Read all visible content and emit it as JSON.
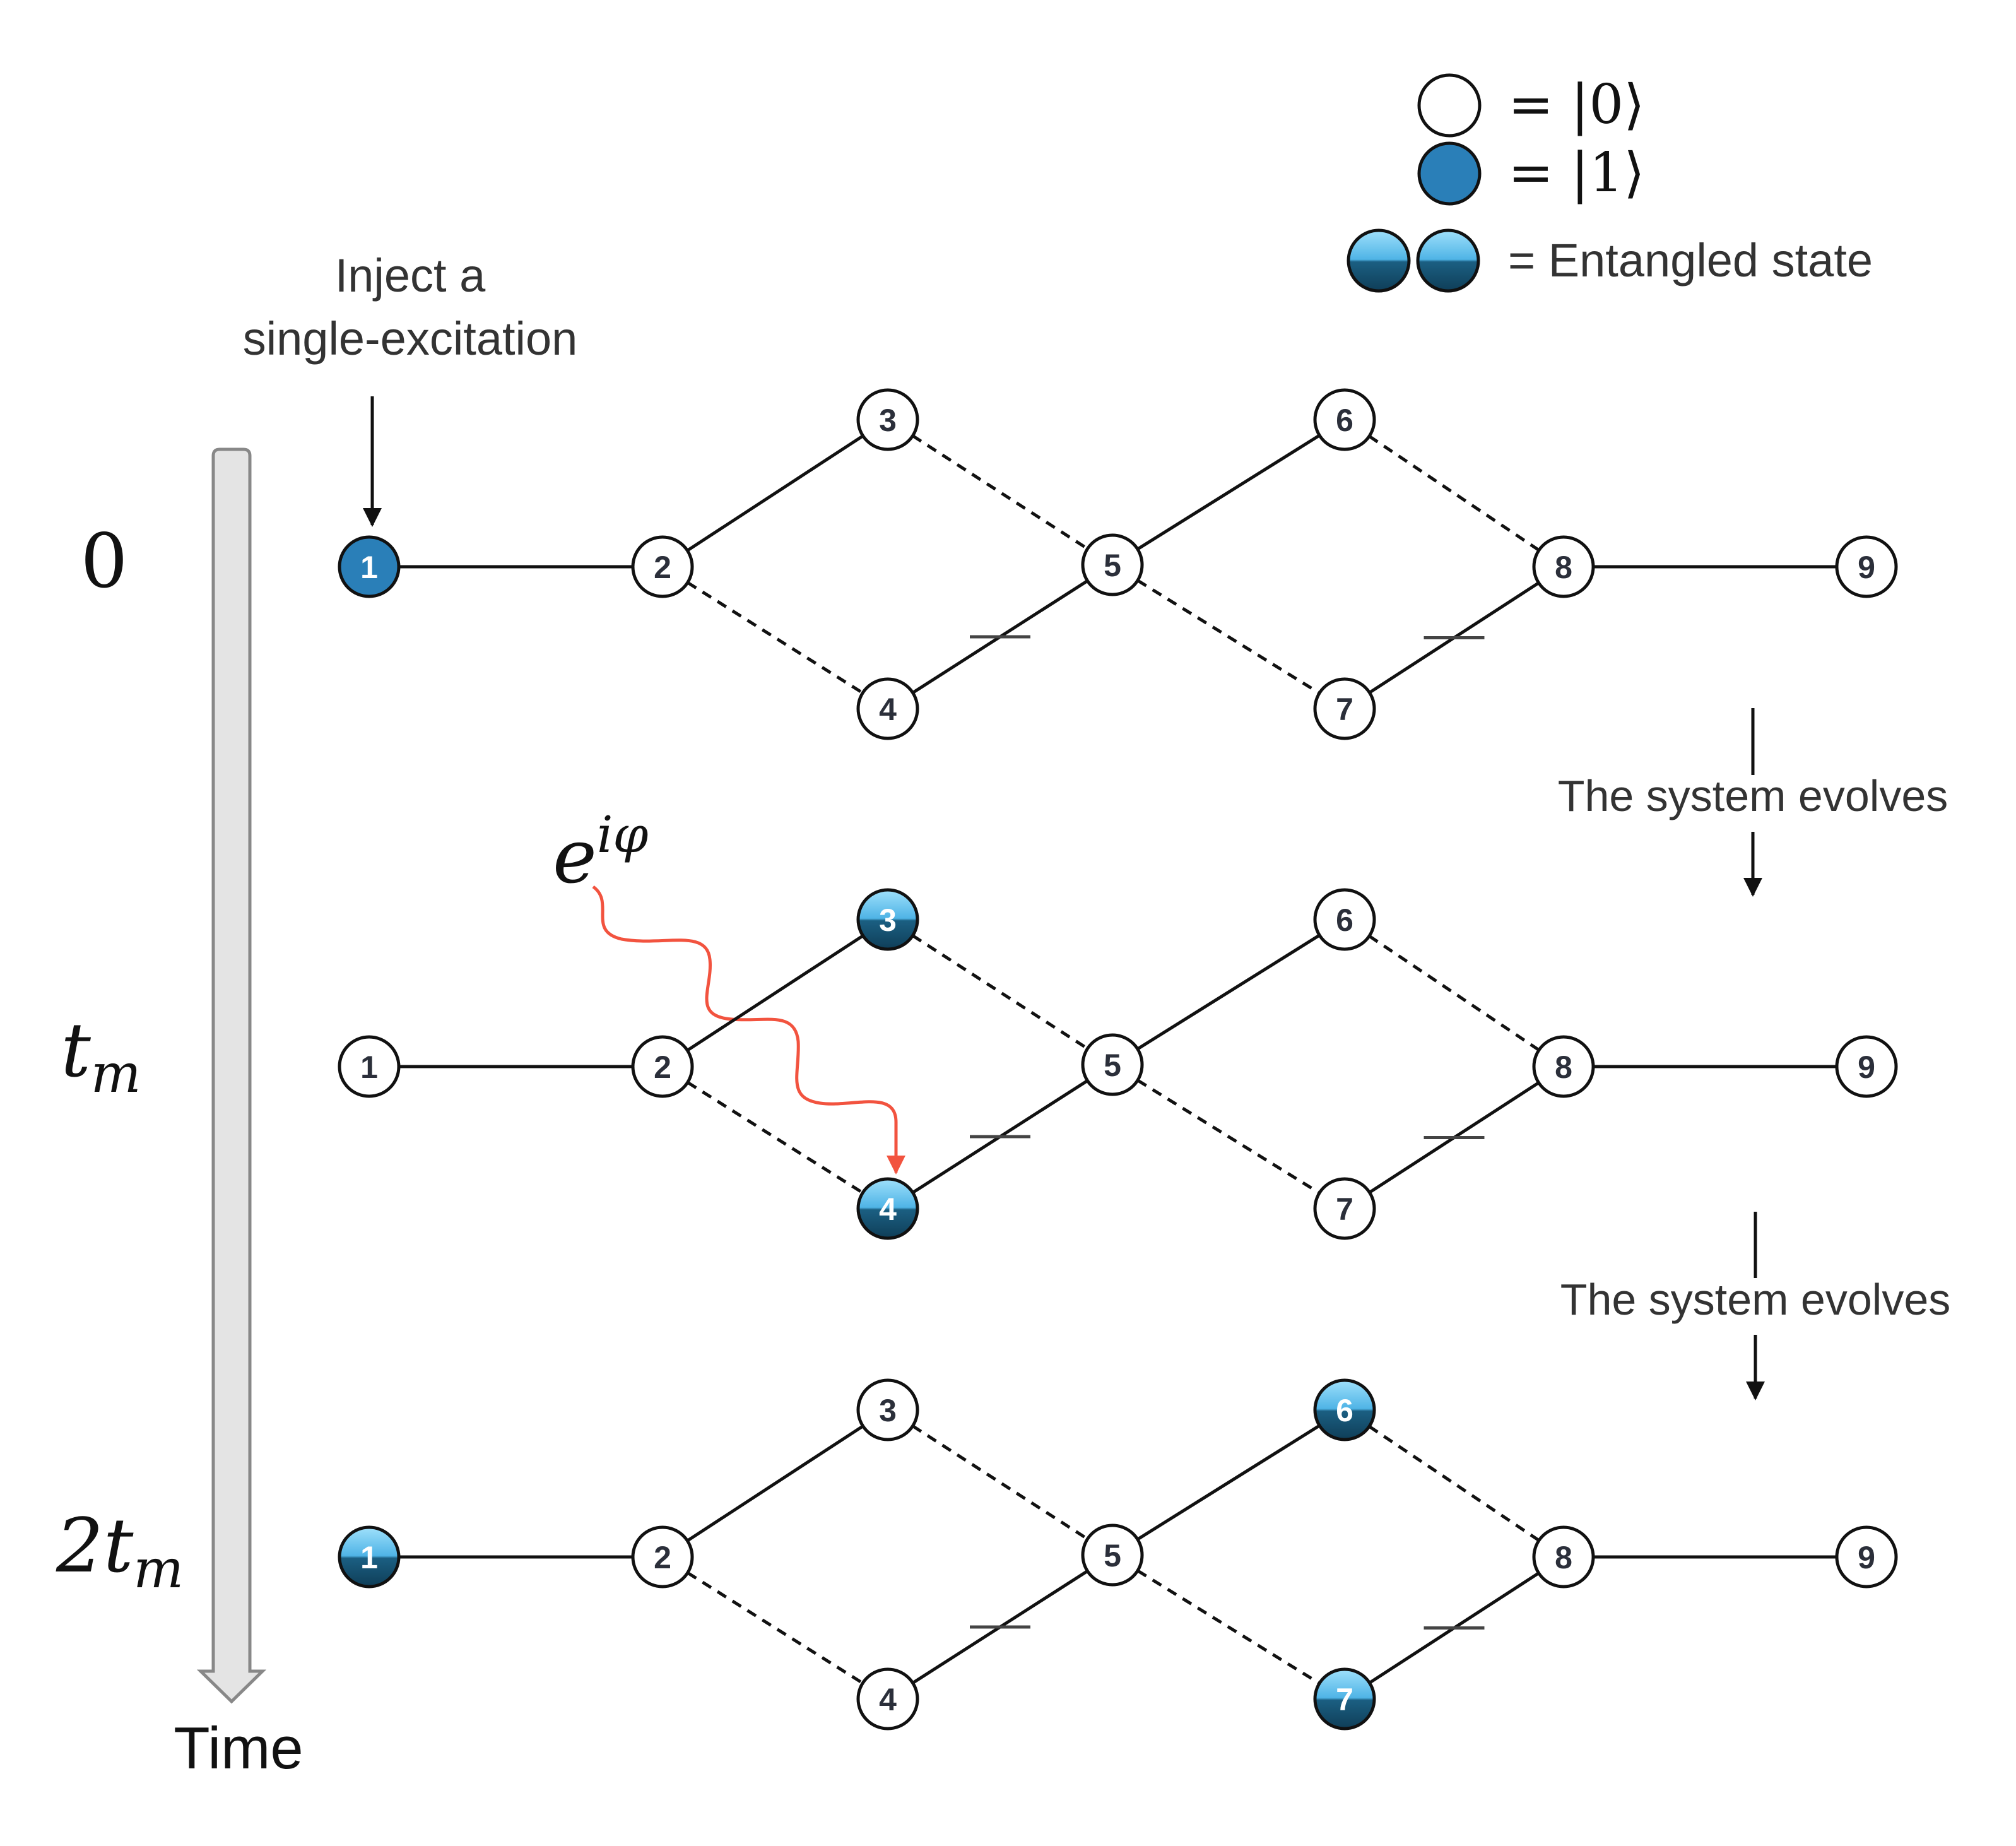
{
  "legend": {
    "ground_symbol": "= |0⟩",
    "excited_symbol": "= |1⟩",
    "entangled_text": "= Entangled state"
  },
  "inject_label": {
    "line1": "Inject a",
    "line2": "single-excitation"
  },
  "time_axis": {
    "label": "Time",
    "rows": [
      "0",
      "t",
      "2t"
    ],
    "subscript": "m"
  },
  "phase_label": {
    "base": "e",
    "exponent": "iφ"
  },
  "evolve_labels": [
    "The system evolves",
    "The system evolves"
  ],
  "rows": [
    {
      "id": "t0",
      "nodes": [
        {
          "label": "1",
          "state": "excited"
        },
        {
          "label": "2",
          "state": "ground"
        },
        {
          "label": "3",
          "state": "ground"
        },
        {
          "label": "4",
          "state": "ground"
        },
        {
          "label": "5",
          "state": "ground"
        },
        {
          "label": "6",
          "state": "ground"
        },
        {
          "label": "7",
          "state": "ground"
        },
        {
          "label": "8",
          "state": "ground"
        },
        {
          "label": "9",
          "state": "ground"
        }
      ]
    },
    {
      "id": "tm",
      "nodes": [
        {
          "label": "1",
          "state": "ground"
        },
        {
          "label": "2",
          "state": "ground"
        },
        {
          "label": "3",
          "state": "entangled"
        },
        {
          "label": "4",
          "state": "entangled"
        },
        {
          "label": "5",
          "state": "ground"
        },
        {
          "label": "6",
          "state": "ground"
        },
        {
          "label": "7",
          "state": "ground"
        },
        {
          "label": "8",
          "state": "ground"
        },
        {
          "label": "9",
          "state": "ground"
        }
      ]
    },
    {
      "id": "2tm",
      "nodes": [
        {
          "label": "1",
          "state": "entangled"
        },
        {
          "label": "2",
          "state": "ground"
        },
        {
          "label": "3",
          "state": "ground"
        },
        {
          "label": "4",
          "state": "ground"
        },
        {
          "label": "5",
          "state": "ground"
        },
        {
          "label": "6",
          "state": "entangled"
        },
        {
          "label": "7",
          "state": "entangled"
        },
        {
          "label": "8",
          "state": "ground"
        },
        {
          "label": "9",
          "state": "ground"
        }
      ]
    }
  ],
  "edges": [
    {
      "from": "1",
      "to": "2",
      "style": "solid"
    },
    {
      "from": "2",
      "to": "3",
      "style": "solid"
    },
    {
      "from": "2",
      "to": "4",
      "style": "dashed"
    },
    {
      "from": "3",
      "to": "5",
      "style": "dashed"
    },
    {
      "from": "4",
      "to": "5",
      "style": "solid",
      "marked": true
    },
    {
      "from": "5",
      "to": "6",
      "style": "solid"
    },
    {
      "from": "5",
      "to": "7",
      "style": "dashed"
    },
    {
      "from": "6",
      "to": "8",
      "style": "dashed"
    },
    {
      "from": "7",
      "to": "8",
      "style": "solid",
      "marked": true
    },
    {
      "from": "8",
      "to": "9",
      "style": "solid"
    }
  ],
  "colors": {
    "excited": "#2a7fb8",
    "entangled_light": "#7fd0f5",
    "entangled_dark": "#15506f",
    "stroke": "#111111",
    "label_dark": "#2b2f3a",
    "arrow_red": "#f2533f",
    "time_bar": "#e4e4e4",
    "time_bar_stroke": "#888888"
  }
}
